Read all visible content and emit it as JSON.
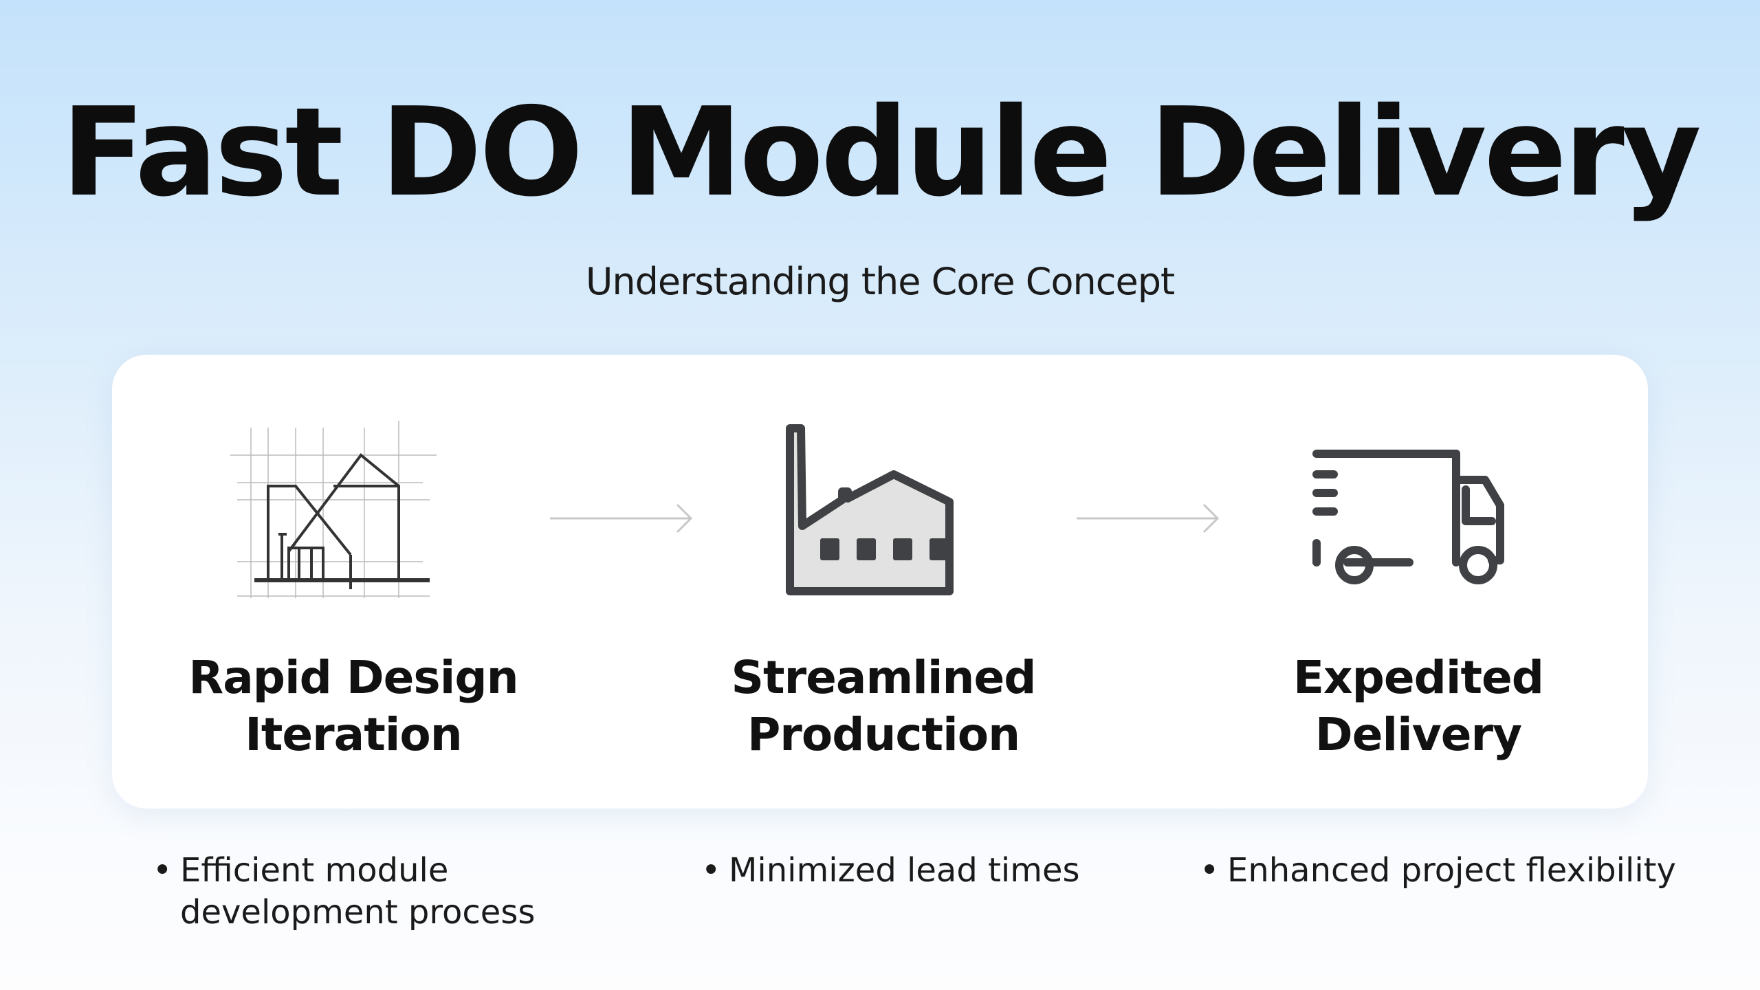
{
  "title": "Fast DO Module Delivery",
  "subtitle": "Understanding the Core Concept",
  "steps": [
    {
      "icon": "blueprint-sketch-icon",
      "label_line1": "Rapid Design",
      "label_line2": "Iteration",
      "bullet_line1": "Efficient module",
      "bullet_line2": "development process"
    },
    {
      "icon": "factory-icon",
      "label_line1": "Streamlined",
      "label_line2": "Production",
      "bullet": "Minimized lead times"
    },
    {
      "icon": "delivery-truck-icon",
      "label_line1": "Expedited",
      "label_line2": "Delivery",
      "bullet": "Enhanced project flexibility"
    }
  ],
  "bullet_char": "•",
  "colors": {
    "icon": "#3f4144",
    "icon_fill": "#e2e2e2",
    "arrow": "#c8c8c8"
  }
}
